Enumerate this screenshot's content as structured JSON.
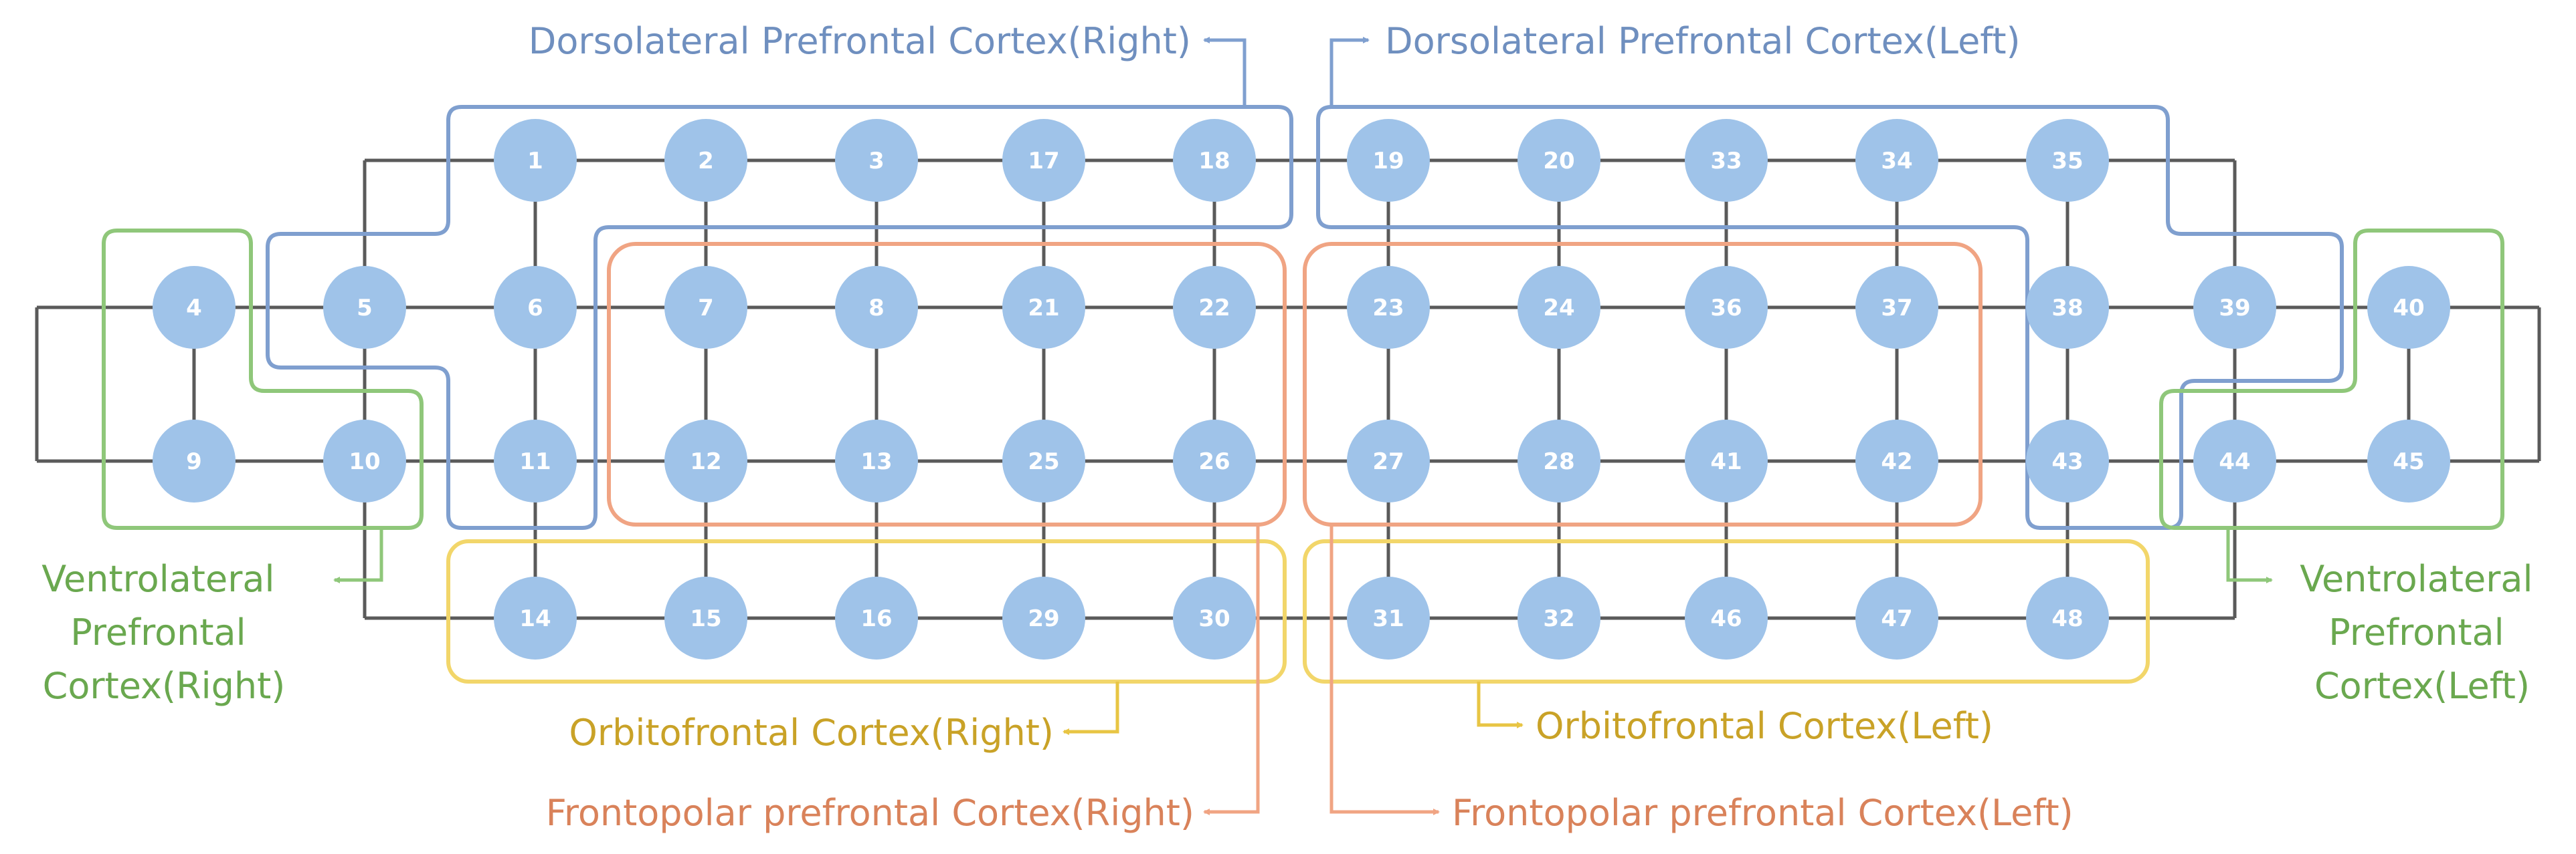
{
  "colors": {
    "node_fill": "#9fc3e9",
    "grid_line": "#5a5a5a",
    "node_text": "#ffffff",
    "dlpfc": "#7f9fcf",
    "vlpfc": "#8fc77a",
    "ofc": "#f2d66a",
    "fppfc": "#f0a483"
  },
  "nodes": [
    {
      "id": "1"
    },
    {
      "id": "2"
    },
    {
      "id": "3"
    },
    {
      "id": "17"
    },
    {
      "id": "18"
    },
    {
      "id": "19"
    },
    {
      "id": "20"
    },
    {
      "id": "33"
    },
    {
      "id": "34"
    },
    {
      "id": "35"
    },
    {
      "id": "4"
    },
    {
      "id": "5"
    },
    {
      "id": "6"
    },
    {
      "id": "7"
    },
    {
      "id": "8"
    },
    {
      "id": "21"
    },
    {
      "id": "22"
    },
    {
      "id": "23"
    },
    {
      "id": "24"
    },
    {
      "id": "36"
    },
    {
      "id": "37"
    },
    {
      "id": "38"
    },
    {
      "id": "39"
    },
    {
      "id": "40"
    },
    {
      "id": "9"
    },
    {
      "id": "10"
    },
    {
      "id": "11"
    },
    {
      "id": "12"
    },
    {
      "id": "13"
    },
    {
      "id": "25"
    },
    {
      "id": "26"
    },
    {
      "id": "27"
    },
    {
      "id": "28"
    },
    {
      "id": "41"
    },
    {
      "id": "42"
    },
    {
      "id": "43"
    },
    {
      "id": "44"
    },
    {
      "id": "45"
    },
    {
      "id": "14"
    },
    {
      "id": "15"
    },
    {
      "id": "16"
    },
    {
      "id": "29"
    },
    {
      "id": "30"
    },
    {
      "id": "31"
    },
    {
      "id": "32"
    },
    {
      "id": "46"
    },
    {
      "id": "47"
    },
    {
      "id": "48"
    }
  ],
  "labels": {
    "dlpfc_right": "Dorsolateral Prefrontal Cortex(Right)",
    "dlpfc_left": "Dorsolateral Prefrontal Cortex(Left)",
    "vlpfc_right": [
      "Ventrolateral",
      "Prefrontal",
      "Cortex(Right)"
    ],
    "vlpfc_left": [
      "Ventrolateral",
      "Prefrontal",
      "Cortex(Left)"
    ],
    "ofc_right": "Orbitofrontal Cortex(Right)",
    "ofc_left": "Orbitofrontal Cortex(Left)",
    "fppfc_right": "Frontopolar prefrontal Cortex(Right)",
    "fppfc_left": "Frontopolar prefrontal Cortex(Left)"
  }
}
